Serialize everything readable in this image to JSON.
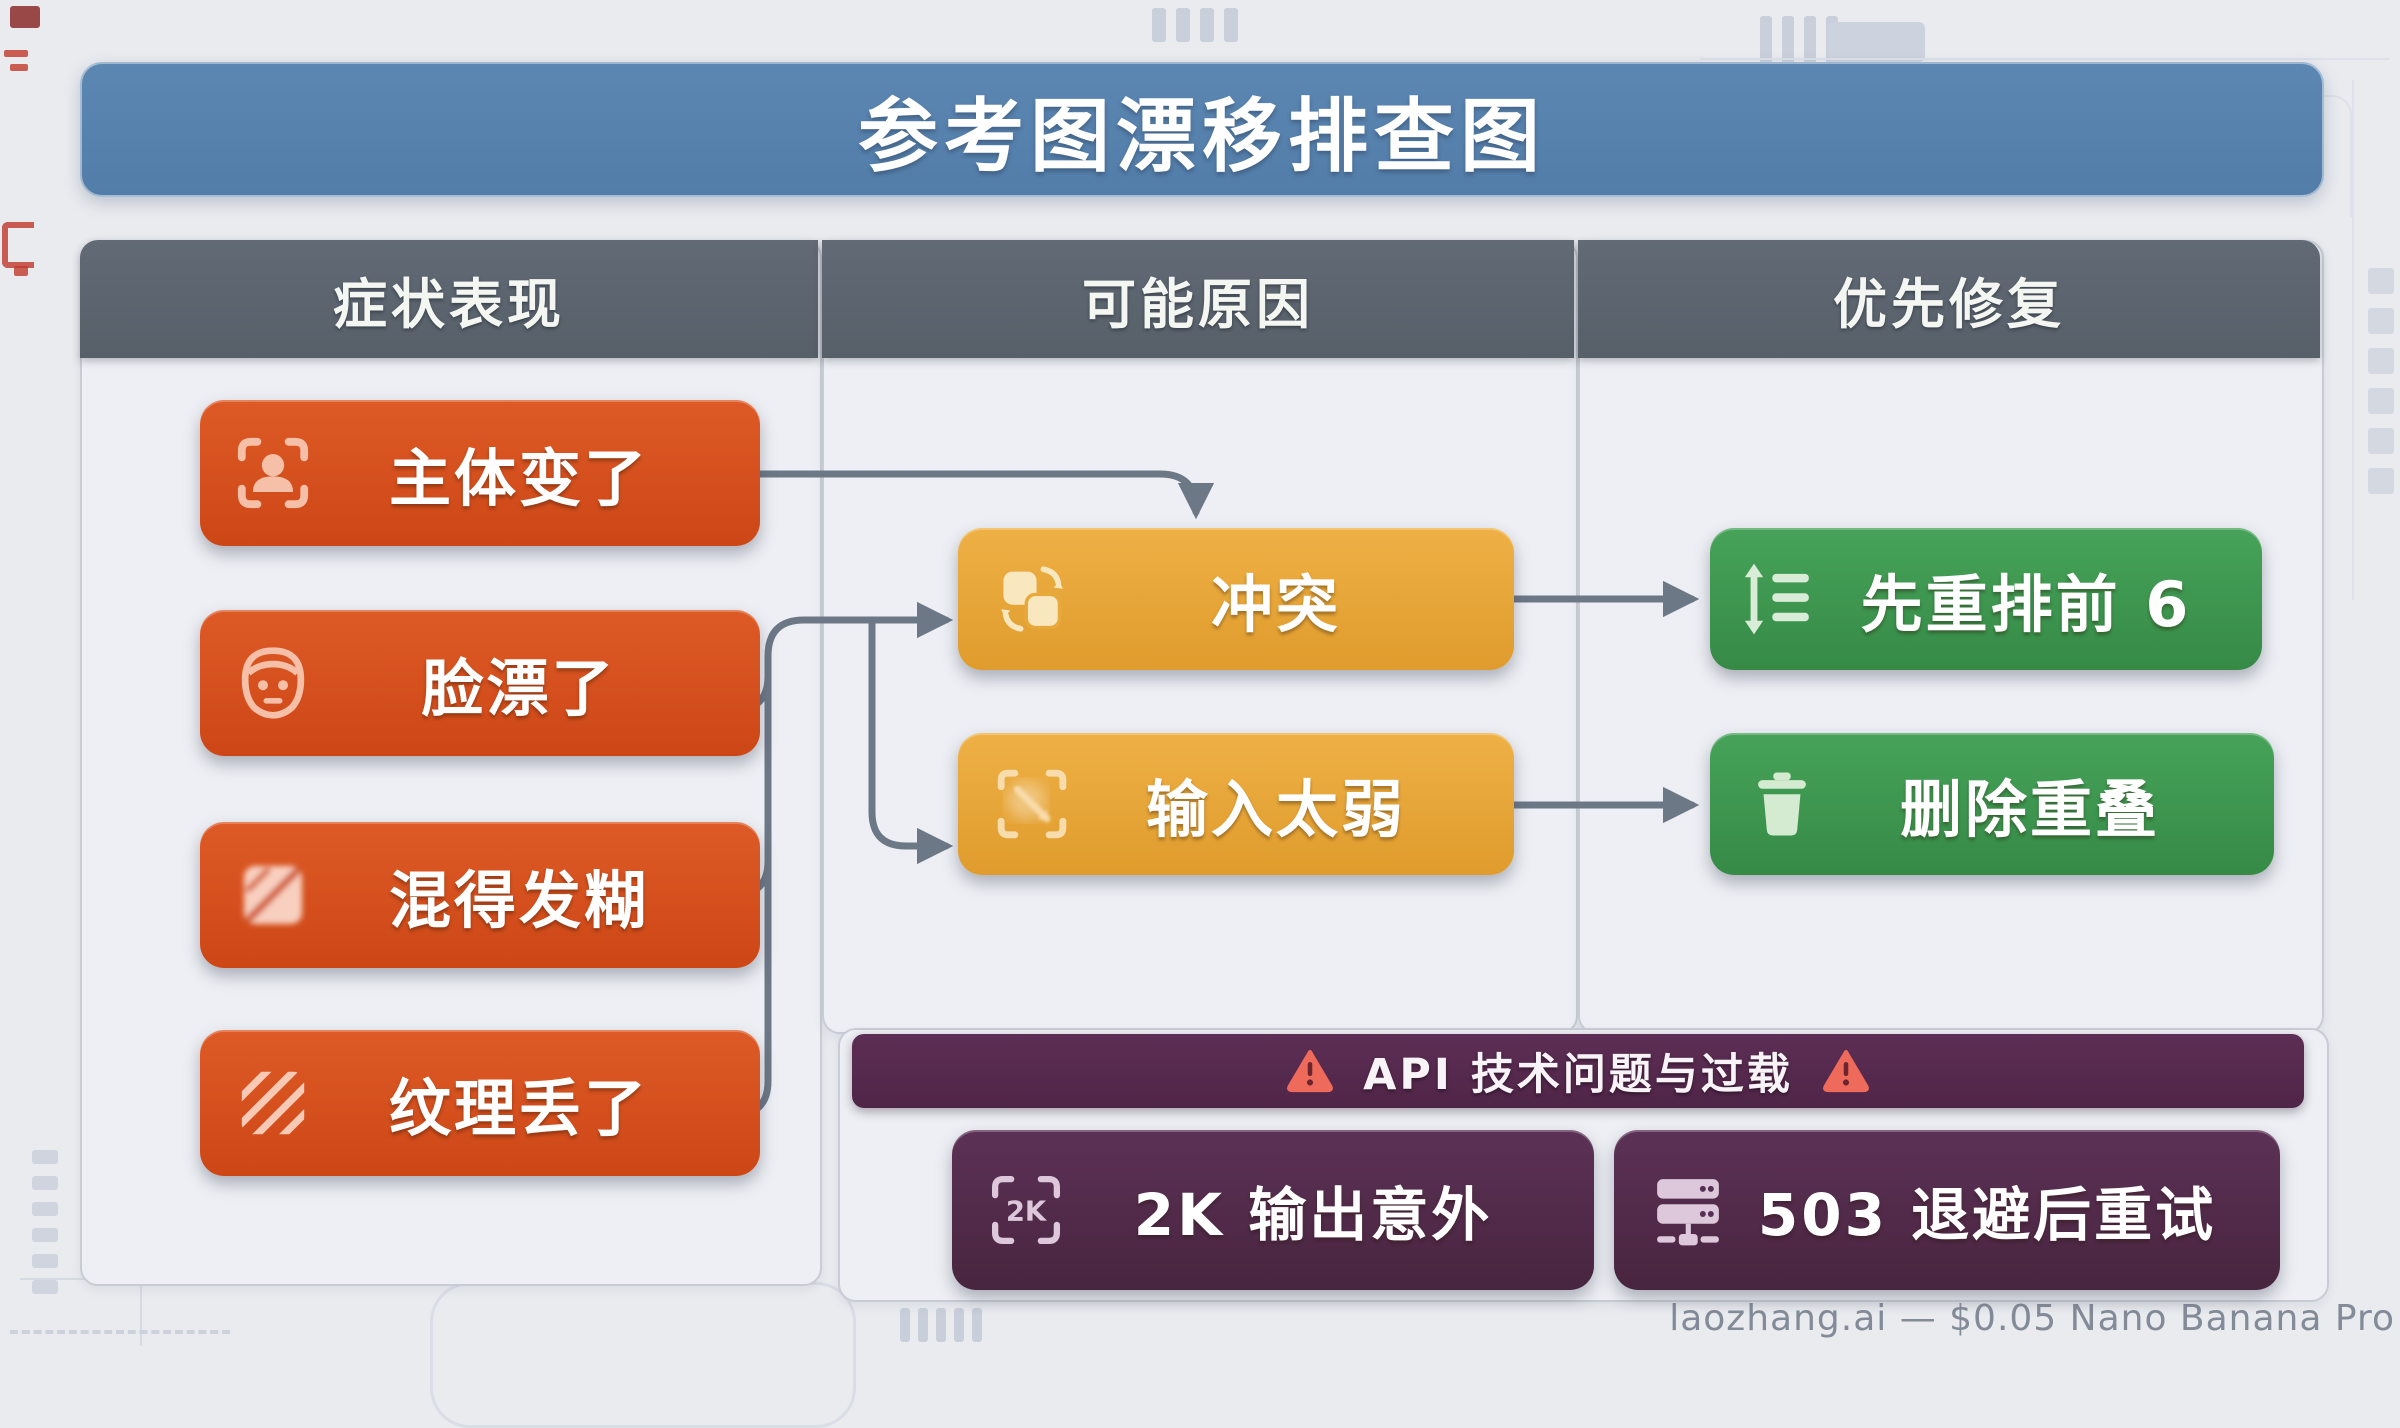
{
  "title": "参考图漂移排查图",
  "columns": [
    {
      "header": "症状表现"
    },
    {
      "header": "可能原因"
    },
    {
      "header": "优先修复"
    }
  ],
  "symptoms": [
    {
      "label": "主体变了",
      "icon": "face-scan-icon"
    },
    {
      "label": "脸漂了",
      "icon": "face-icon"
    },
    {
      "label": "混得发糊",
      "icon": "blur-image-icon"
    },
    {
      "label": "纹理丢了",
      "icon": "texture-stripes-icon"
    }
  ],
  "causes": [
    {
      "label": "冲突",
      "icon": "swap-icon"
    },
    {
      "label": "输入太弱",
      "icon": "low-res-icon"
    }
  ],
  "fixes": [
    {
      "label": "先重排前 6",
      "icon": "reorder-icon"
    },
    {
      "label": "删除重叠",
      "icon": "trash-icon"
    }
  ],
  "api_section": {
    "banner": "API 技术问题与过载",
    "items": [
      {
        "label": "2K 输出意外",
        "icon": "2k-frame-icon"
      },
      {
        "label": "503 退避后重试",
        "icon": "server-icon"
      }
    ]
  },
  "footer": "laozhang.ai — $0.05 Nano Banana Pro",
  "colors": {
    "background": "#e9ebef",
    "title_banner": "#5681ad",
    "column_header": "#5c646e",
    "symptom_red": "#d8501f",
    "cause_yellow": "#e8a93c",
    "fix_green": "#3e9b51",
    "api_purple": "#552b4e",
    "connector_gray": "#6d7887",
    "warning_red": "#ee6b5b"
  }
}
